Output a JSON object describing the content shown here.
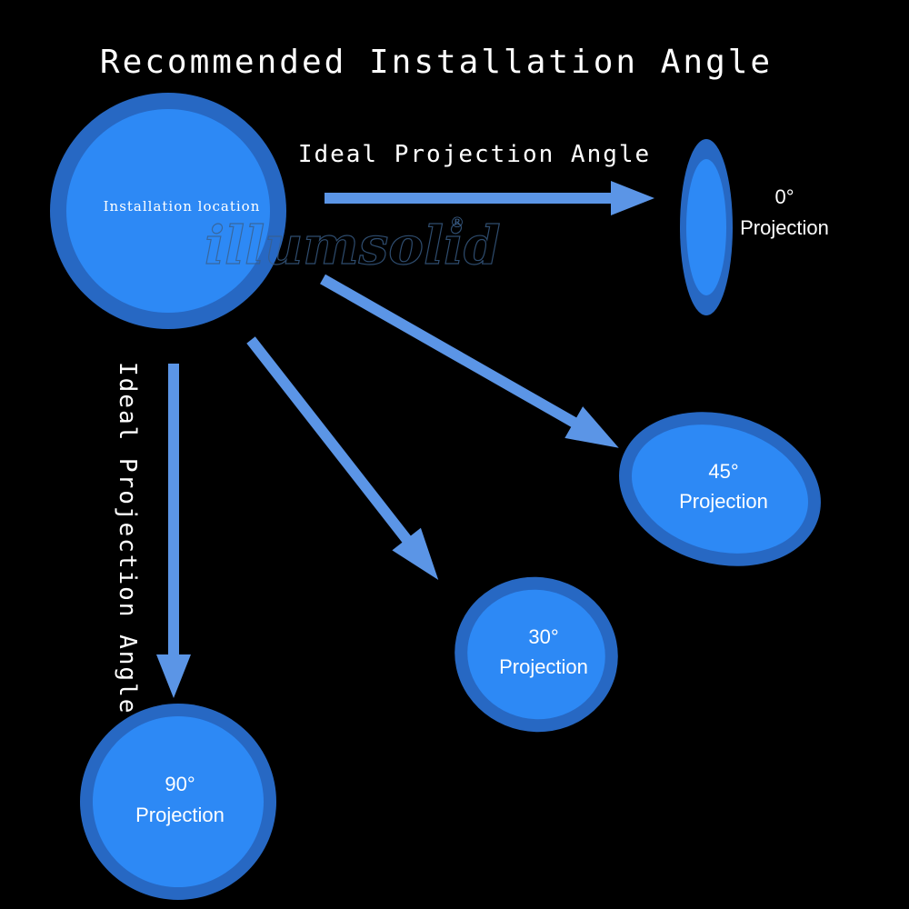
{
  "title": "Recommended Installation Angle",
  "source": {
    "label": "Installation location"
  },
  "arrows": {
    "horizontal_label": "Ideal Projection Angle",
    "vertical_label": "Ideal Projection Angle"
  },
  "projections": [
    {
      "angle": "0°",
      "label": "Projection"
    },
    {
      "angle": "45°",
      "label": "Projection"
    },
    {
      "angle": "30°",
      "label": "Projection"
    },
    {
      "angle": "90°",
      "label": "Projection"
    }
  ],
  "watermark": {
    "text": "illumsolid",
    "mark": "®"
  },
  "colors": {
    "background": "#000000",
    "fill": "#2d89f5",
    "ring": "#2768c3",
    "arrow": "#5b95e6",
    "text": "#ffffff"
  }
}
